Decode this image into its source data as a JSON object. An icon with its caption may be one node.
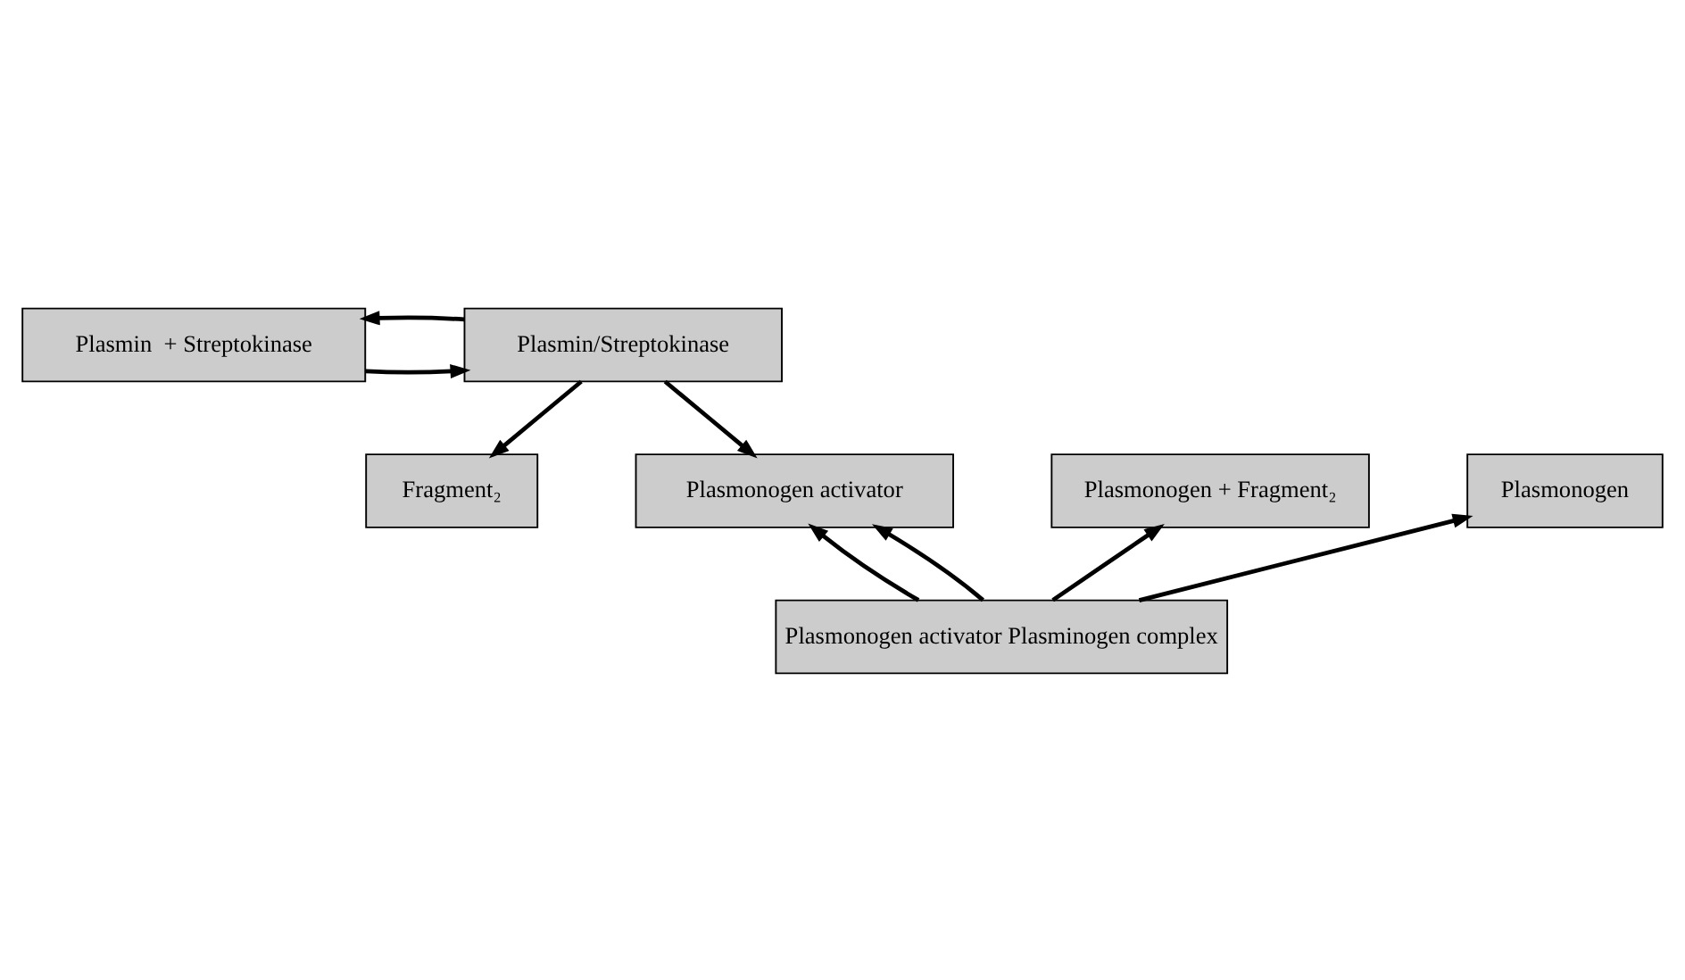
{
  "diagram": {
    "nodes": [
      {
        "text": [
          "Plasmin  + Streptokinase"
        ]
      },
      {
        "text": [
          "Plasmin/Streptokinase"
        ]
      },
      {
        "text": [
          "Fragment₂"
        ]
      },
      {
        "text": [
          "Plasmonogen activator"
        ]
      },
      {
        "text": [
          "Plasmonogen + Fragment₂"
        ]
      },
      {
        "text": [
          "Plasmonogen"
        ]
      },
      {
        "text": [
          "Plasmonogen activator Plasminogen complex"
        ]
      }
    ],
    "edges": [
      {
        "from": 0,
        "to": 1,
        "arrow": "to"
      },
      {
        "from": 1,
        "to": 0,
        "arrow": "to"
      },
      {
        "from": 1,
        "to": 2,
        "arrow": "to"
      },
      {
        "from": 1,
        "to": 3,
        "arrow": "to"
      },
      {
        "from": 6,
        "to": 3,
        "arrow": "to"
      },
      {
        "from": 6,
        "to": 3,
        "arrow": "to"
      },
      {
        "from": 6,
        "to": 4,
        "arrow": "to"
      },
      {
        "from": 6,
        "to": 5,
        "arrow": "to"
      }
    ]
  }
}
